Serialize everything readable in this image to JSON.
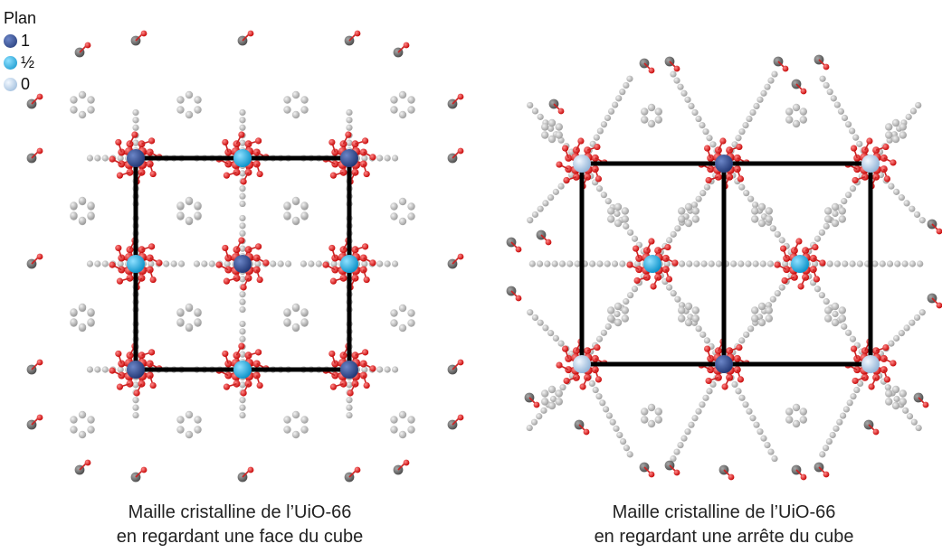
{
  "legend": {
    "title": "Plan",
    "items": [
      {
        "label": "1",
        "color": "#2d4a8f"
      },
      {
        "label": "½",
        "color": "#1ab0ea"
      },
      {
        "label": "0",
        "color": "#b8d4ee"
      }
    ]
  },
  "captions": {
    "left": [
      "Maille cristalline de l’UiO-66",
      "en regardant une face du cube"
    ],
    "right": [
      "Maille cristalline de l’UiO-66",
      "en regardant une arrête du cube"
    ]
  },
  "colors": {
    "oxygen": "#e01818",
    "carbon": "#bdbdbd",
    "zirconium_gray": "#6e6e6e",
    "cell_edge": "#000000",
    "plane_1": "#2d4a8f",
    "plane_half": "#1ab0ea",
    "plane_0": "#b8d4ee"
  }
}
